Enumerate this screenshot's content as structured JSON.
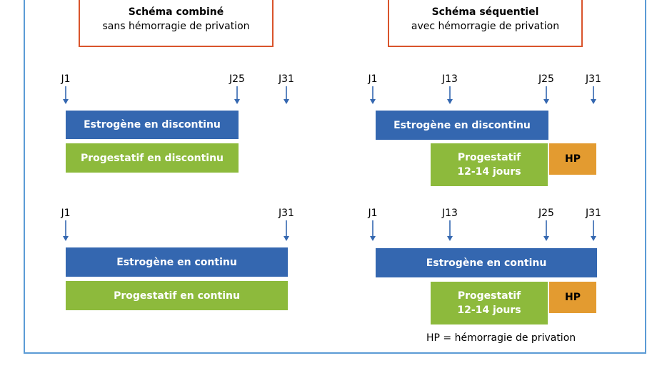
{
  "left": {
    "title": "Schéma combiné",
    "subtitle": "sans hémorragie de privation",
    "top_days": [
      "J1",
      "J25",
      "J31"
    ],
    "bottom_days": [
      "J1",
      "J31"
    ],
    "top_estrogen": "Estrogène en discontinu",
    "top_progestatif": "Progestatif en discontinu",
    "bottom_estrogen": "Estrogène en continu",
    "bottom_progestatif": "Progestatif en continu"
  },
  "right": {
    "title": "Schéma séquentiel",
    "subtitle": "avec hémorragie de privation",
    "top_days": [
      "J1",
      "J13",
      "J25",
      "J31"
    ],
    "bottom_days": [
      "J1",
      "J13",
      "J25",
      "J31"
    ],
    "top_estrogen": "Estrogène en discontinu",
    "bottom_estrogen": "Estrogène en continu",
    "progestatif_line1": "Progestatif",
    "progestatif_line2": "12-14 jours",
    "hp": "HP"
  },
  "legend": "HP = hémorragie de privation",
  "colors": {
    "estrogen": "#3467b0",
    "progestatif": "#8dba3c",
    "hp": "#e39b30",
    "title_border": "#d9542b",
    "frame": "#5b9bd5",
    "arrow": "#3467b0"
  },
  "icons": {
    "day_marker": "arrow-down-icon"
  }
}
